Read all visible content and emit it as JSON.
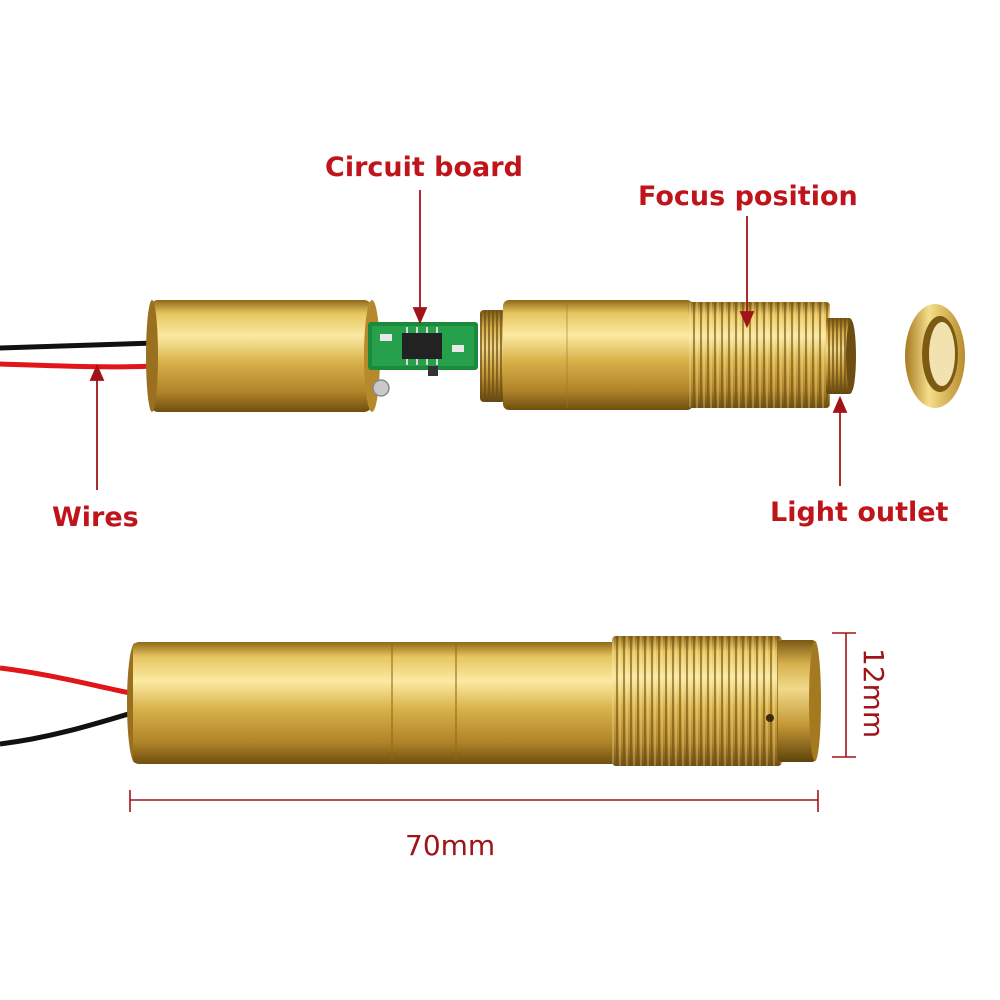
{
  "image": {
    "subject": "brass-laser-module",
    "background": "#ffffff"
  },
  "colors": {
    "label_red": "#c0141b",
    "line_red": "#a01418",
    "brass_light": "#f3dc7e",
    "brass_mid": "#d4ad3e",
    "brass_dark": "#8f6817",
    "pcb_green": "#1c8a3c",
    "wire_red": "#e0161b",
    "wire_black": "#111111"
  },
  "labels": {
    "circuit_board": "Circuit board",
    "focus_position": "Focus position",
    "wires": "Wires",
    "light_outlet": "Light outlet"
  },
  "dimensions": {
    "length": "70mm",
    "diameter": "12mm"
  },
  "icons": {
    "arrowhead": "triangle-arrow"
  }
}
